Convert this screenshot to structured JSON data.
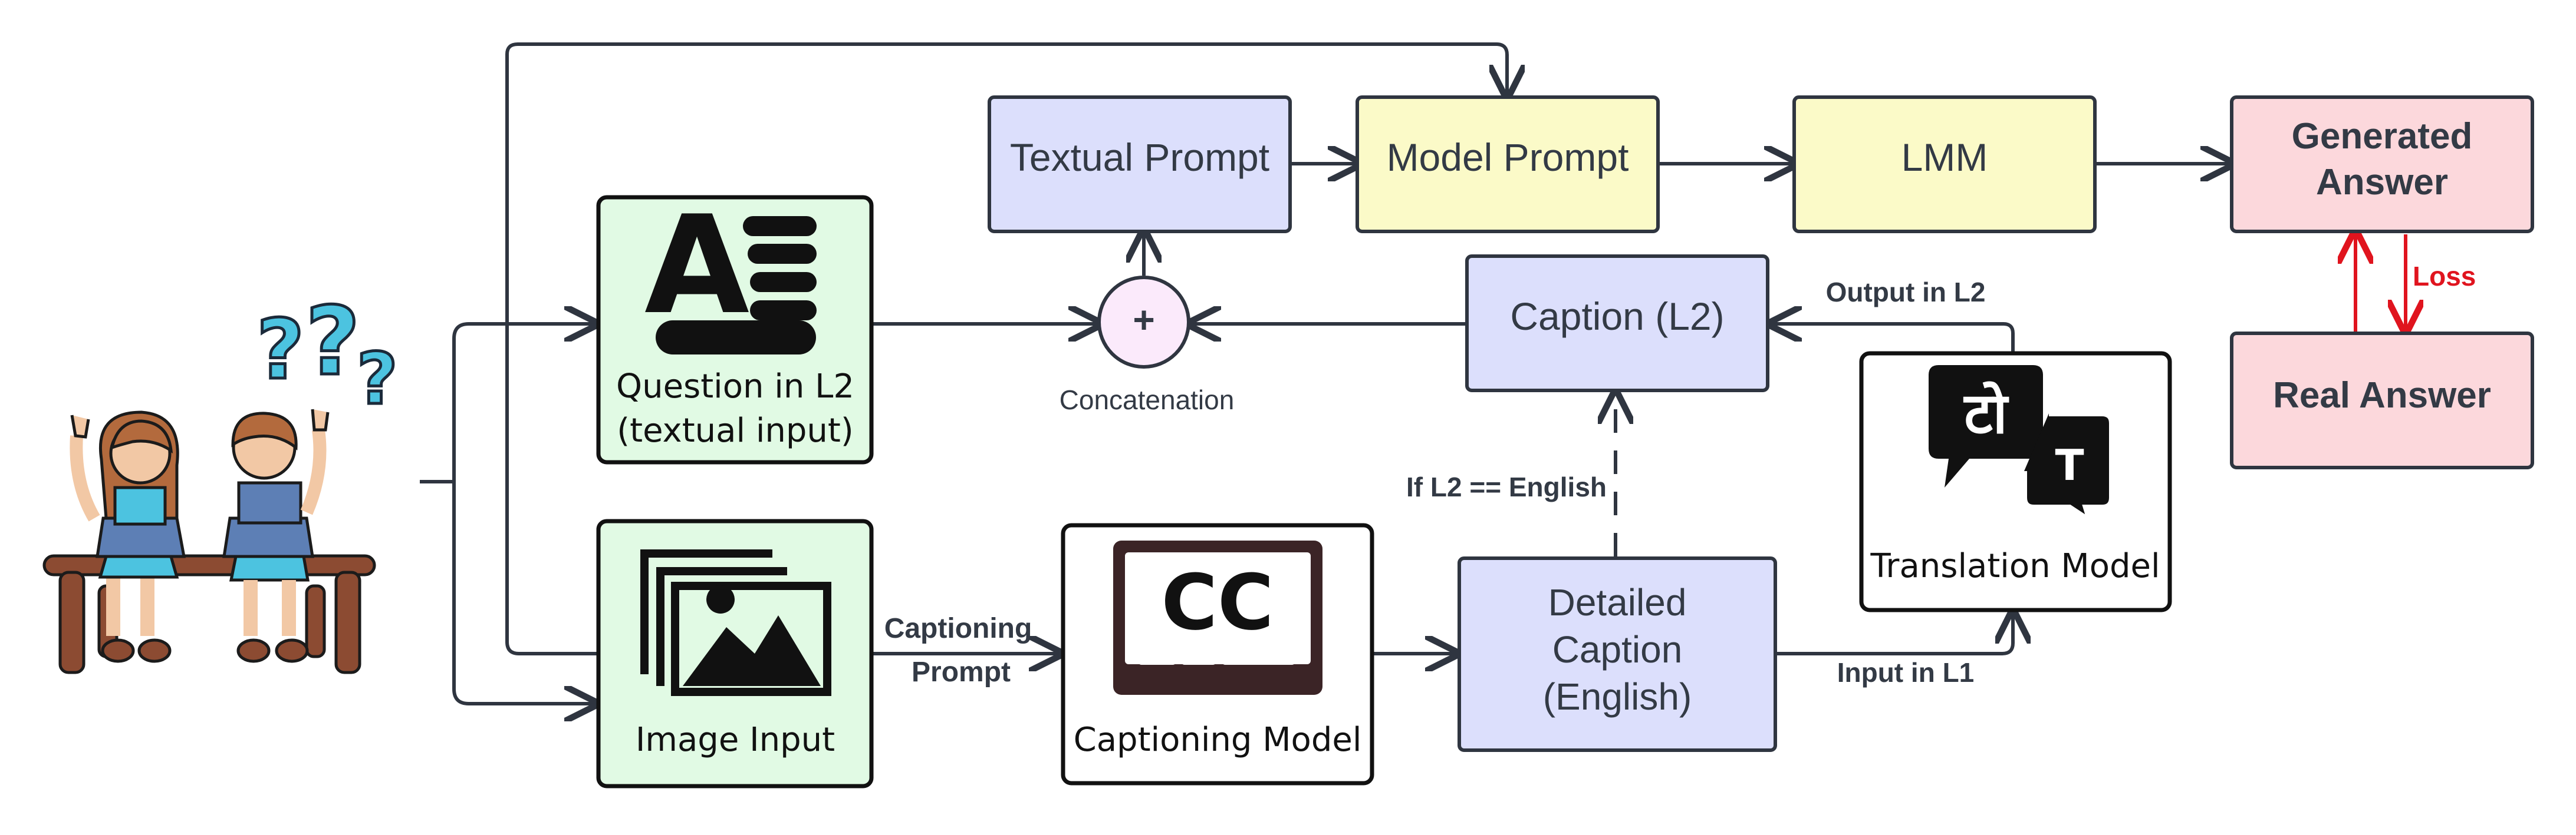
{
  "nodes": {
    "textual_prompt": "Textual Prompt",
    "model_prompt": "Model Prompt",
    "lmm": "LMM",
    "generated_answer": [
      "Generated",
      "Answer"
    ],
    "real_answer": "Real Answer",
    "question": [
      "Question in L2",
      "(textual input)"
    ],
    "image_input": "Image Input",
    "captioning_model": "Captioning Model",
    "caption_l2": "Caption (L2)",
    "detailed_caption": [
      "Detailed",
      "Caption",
      "(English)"
    ],
    "translation_model": "Translation Model",
    "concat_symbol": "+",
    "concat_label": "Concatenation"
  },
  "edges": {
    "captioning_prompt": [
      "Captioning",
      "Prompt"
    ],
    "if_english": "If L2 == English",
    "output_l2": "Output in L2",
    "input_l1": "Input in L1",
    "loss": "Loss"
  },
  "icons": {
    "cc_text": "CC",
    "question_glyph": "A",
    "translate_left": "टो",
    "translate_right": "T"
  },
  "colors": {
    "purple": "#dcdffc",
    "yellow": "#fbfac8",
    "pink": "#fcd8dc",
    "green": "#e1fae4",
    "loss_red": "#e0141e",
    "stroke": "#2f3540"
  }
}
